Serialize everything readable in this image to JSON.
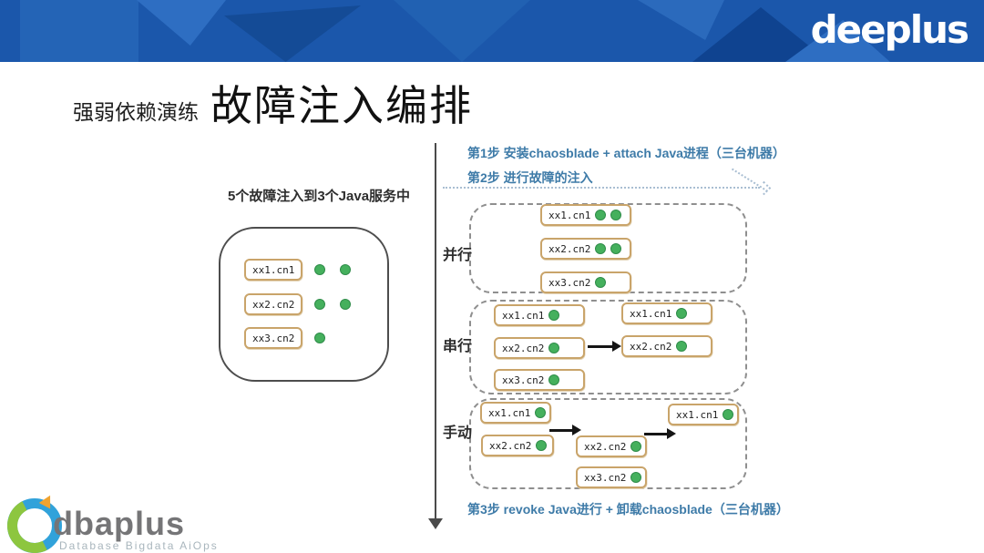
{
  "banner": {
    "brand": "deeplus",
    "color": "#1b57ab"
  },
  "title": {
    "eyebrow": "强弱依赖演练",
    "main": "故障注入编排"
  },
  "left_panel": {
    "caption": "5个故障注入到3个Java服务中",
    "services": [
      {
        "name": "xx1.cn1",
        "faults": 2
      },
      {
        "name": "xx2.cn2",
        "faults": 2
      },
      {
        "name": "xx3.cn2",
        "faults": 1
      }
    ]
  },
  "steps": {
    "step1": "第1步 安装chaosblade + attach Java进程（三台机器）",
    "step2": "第2步 进行故障的注入",
    "step3": "第3步 revoke Java进行 + 卸载chaosblade（三台机器）"
  },
  "sections": {
    "parallel": {
      "label": "并行",
      "boxes": [
        {
          "name": "xx1.cn1",
          "faults": 2
        },
        {
          "name": "xx2.cn2",
          "faults": 2
        },
        {
          "name": "xx3.cn2",
          "faults": 1
        }
      ]
    },
    "serial": {
      "label": "串行",
      "stage1": [
        {
          "name": "xx1.cn1",
          "faults": 1
        },
        {
          "name": "xx2.cn2",
          "faults": 1
        },
        {
          "name": "xx3.cn2",
          "faults": 1
        }
      ],
      "stage2": [
        {
          "name": "xx1.cn1",
          "faults": 1
        },
        {
          "name": "xx2.cn2",
          "faults": 1
        }
      ]
    },
    "manual": {
      "label": "手动",
      "stage1": [
        {
          "name": "xx1.cn1",
          "faults": 1
        },
        {
          "name": "xx2.cn2",
          "faults": 1
        }
      ],
      "stage2": [
        {
          "name": "xx2.cn2",
          "faults": 1
        },
        {
          "name": "xx3.cn2",
          "faults": 1
        }
      ],
      "stage3": [
        {
          "name": "xx1.cn1",
          "faults": 1
        }
      ]
    }
  },
  "footer": {
    "brand": "dbaplus",
    "tagline": "Database  Bigdata  AiOps"
  },
  "colors": {
    "banner_blue": "#1b57ab",
    "step_text_blue": "#3e7ba8",
    "box_border_tan": "#c9a46a",
    "fault_dot_green": "#45b05d",
    "dashed_gray": "#8f8f8f"
  }
}
